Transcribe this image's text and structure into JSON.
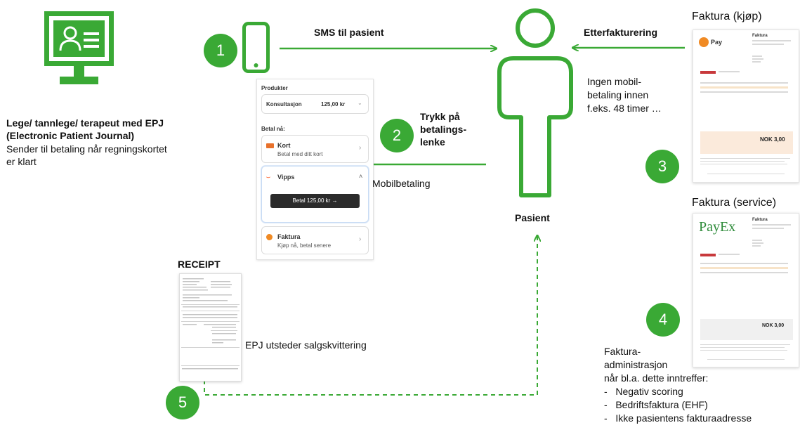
{
  "provider": {
    "title_line1": "Lege/ tannlege/ terapeut med EPJ",
    "title_line2": "(Electronic Patient Journal)",
    "desc_line1": "Sender til betaling når regningskortet",
    "desc_line2": "er klart"
  },
  "steps": {
    "s1": "1",
    "s2": "2",
    "s3": "3",
    "s4": "4",
    "s5": "5"
  },
  "arrows": {
    "sms": "SMS til pasient",
    "trykk_line1": "Trykk på",
    "trykk_line2": "betalings-",
    "trykk_line3": "lenke",
    "mobilbetaling": "Mobilbetaling",
    "etterfakturering": "Etterfakturering",
    "epj_receipt": "EPJ utsteder salgskvittering"
  },
  "patient": {
    "label": "Pasient",
    "note_line1": "Ingen mobil-",
    "note_line2": "betaling innen",
    "note_line3": "f.eks. 48 timer …"
  },
  "payment_page": {
    "products_heading": "Produkter",
    "product_name": "Konsultasjon",
    "product_price": "125,00 kr",
    "pay_now_heading": "Betal nå:",
    "kort_title": "Kort",
    "kort_sub": "Betal med ditt kort",
    "vipps_title": "Vipps",
    "pay_button": "Betal 125,00 kr →",
    "faktura_title": "Faktura",
    "faktura_sub": "Kjøp nå, betal senere"
  },
  "invoice_kjop": {
    "caption": "Faktura (kjøp)",
    "brand": "Pay",
    "doc_title": "Faktura",
    "total": "NOK 3,00"
  },
  "invoice_service": {
    "caption": "Faktura (service)",
    "brand": "PayEx",
    "doc_title": "Faktura",
    "total": "NOK 3,00"
  },
  "invoice_admin": {
    "line1": "Faktura-",
    "line2": "administrasjon",
    "line3": "når bl.a. dette inntreffer:",
    "items": [
      "Negativ scoring",
      "Bedriftsfaktura (EHF)",
      "Ikke pasientens fakturaadresse"
    ]
  },
  "receipt": {
    "title": "RECEIPT"
  },
  "colors": {
    "green": "#3aa935",
    "dark_button": "#2b2b2b",
    "kort_orange": "#e8712b",
    "vipps_orange": "#ff5b24"
  }
}
